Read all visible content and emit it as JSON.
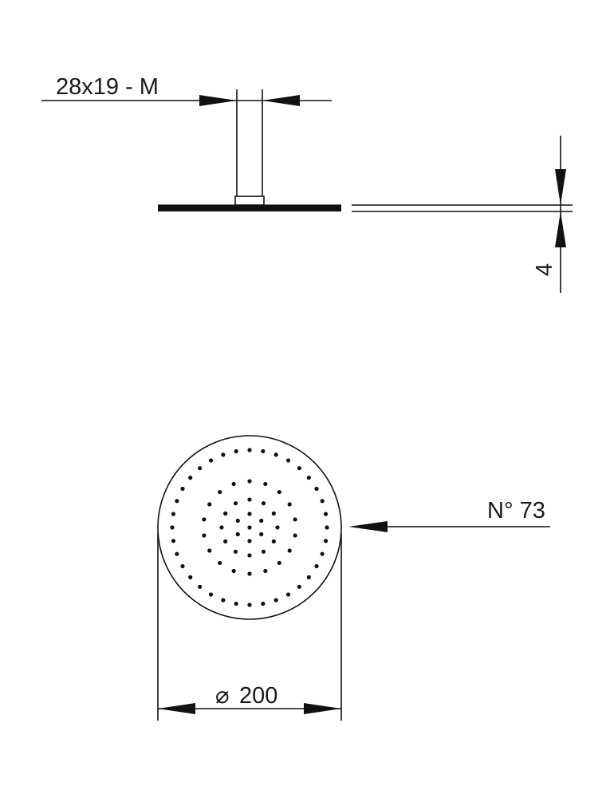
{
  "dimensions": {
    "fitting": "28x19 - M",
    "thickness": "4",
    "nozzles": "N° 73",
    "diameter_symbol": "⌀",
    "diameter": "200"
  },
  "colors": {
    "line": "#111111",
    "background": "#ffffff"
  }
}
